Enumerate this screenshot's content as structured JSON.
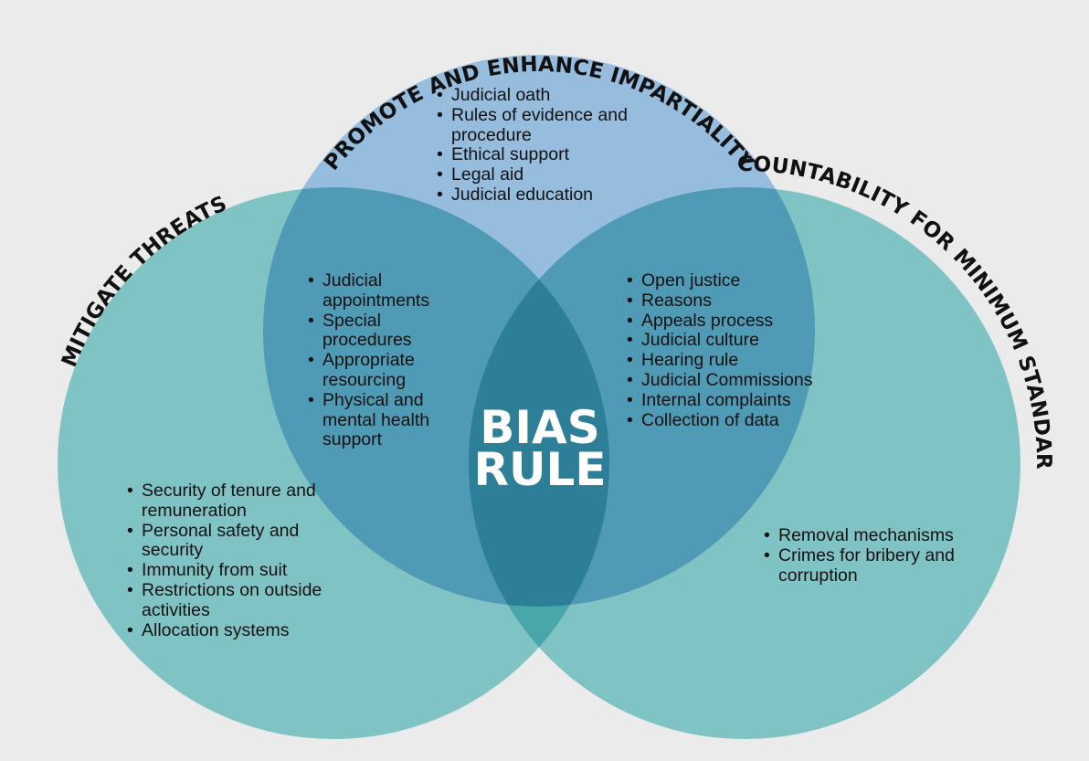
{
  "circles": {
    "top": {
      "title": "PROMOTE AND ENHANCE IMPARTIALITY",
      "color": "#96bcde"
    },
    "left": {
      "title": "MITIGATE THREATS",
      "color": "#7fc3c4"
    },
    "right": {
      "title": "ACCOUNTABILITY FOR MINIMUM STANDARDS",
      "color": "#7fc3c4"
    }
  },
  "overlap_colors": {
    "top_left": "#4f9ab4",
    "top_right": "#4f9ab4",
    "left_right": "#4aa7a9",
    "center": "#2d7e97"
  },
  "center": {
    "line1": "BIAS",
    "line2": "RULE"
  },
  "lists": {
    "top": [
      "Judicial oath",
      "Rules of evidence and procedure",
      "Ethical support",
      "Legal aid",
      "Judicial education"
    ],
    "left_mid": [
      "Judicial appointments",
      "Special procedures",
      "Appropriate resourcing",
      "Physical and mental health support"
    ],
    "right_mid": [
      "Open justice",
      "Reasons",
      "Appeals process",
      "Judicial culture",
      "Hearing rule",
      "Judicial Commissions",
      "Internal complaints",
      "Collection of data"
    ],
    "left": [
      "Security of tenure and remuneration",
      "Personal safety and security",
      "Immunity from suit",
      "Restrictions on outside activities",
      "Allocation systems"
    ],
    "right": [
      "Removal mechanisms",
      "Crimes for bribery and corruption"
    ]
  }
}
